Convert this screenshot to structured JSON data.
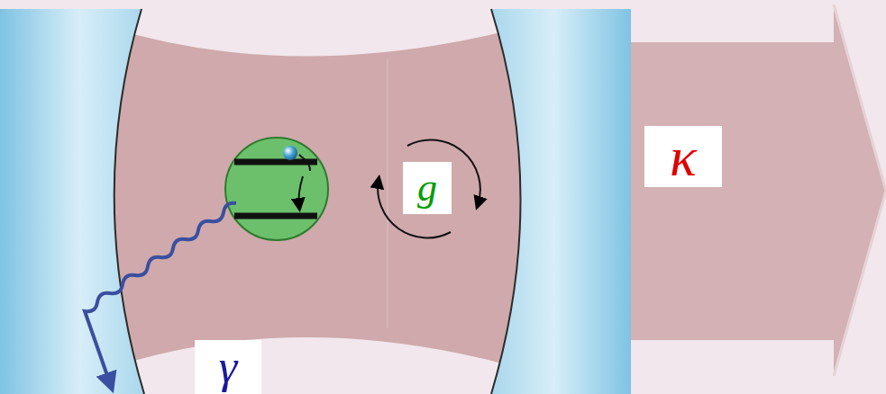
{
  "diagram": {
    "labels": [
      "g",
      "κ",
      "γ"
    ]
  }
}
